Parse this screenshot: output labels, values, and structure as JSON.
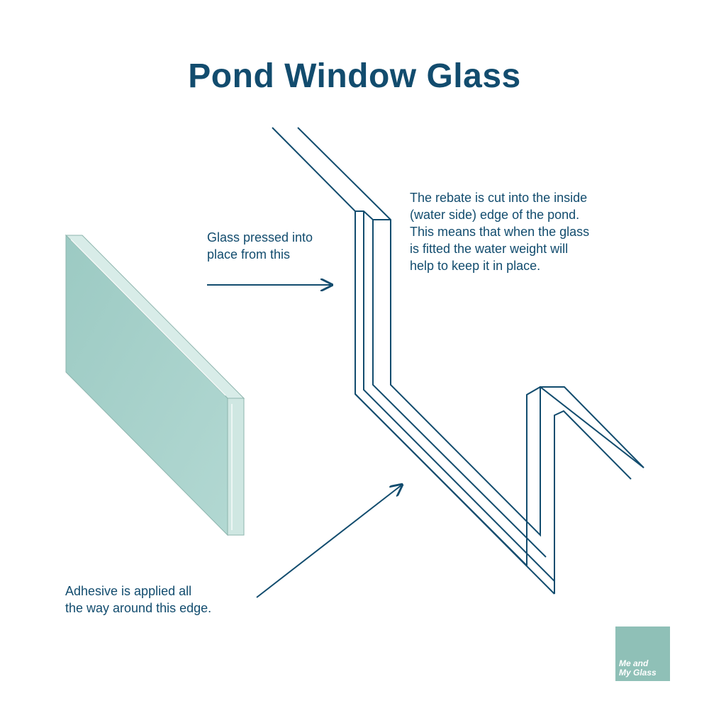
{
  "title": "Pond Window Glass",
  "annotations": {
    "pressed": "Glass pressed into\nplace from this",
    "rebate": "The rebate is cut into the inside\n(water side) edge of the pond.\nThis means that when the glass\nis fitted the water weight will\nhelp to keep it in place.",
    "adhesive": "Adhesive is applied all\nthe way around this edge."
  },
  "logo": {
    "text": "Me and\nMy Glass"
  },
  "colors": {
    "ink": "#124c6e",
    "glass_face": "#a9d1cb",
    "glass_edge": "#d8ece8",
    "brand": "#8fc0b7"
  }
}
